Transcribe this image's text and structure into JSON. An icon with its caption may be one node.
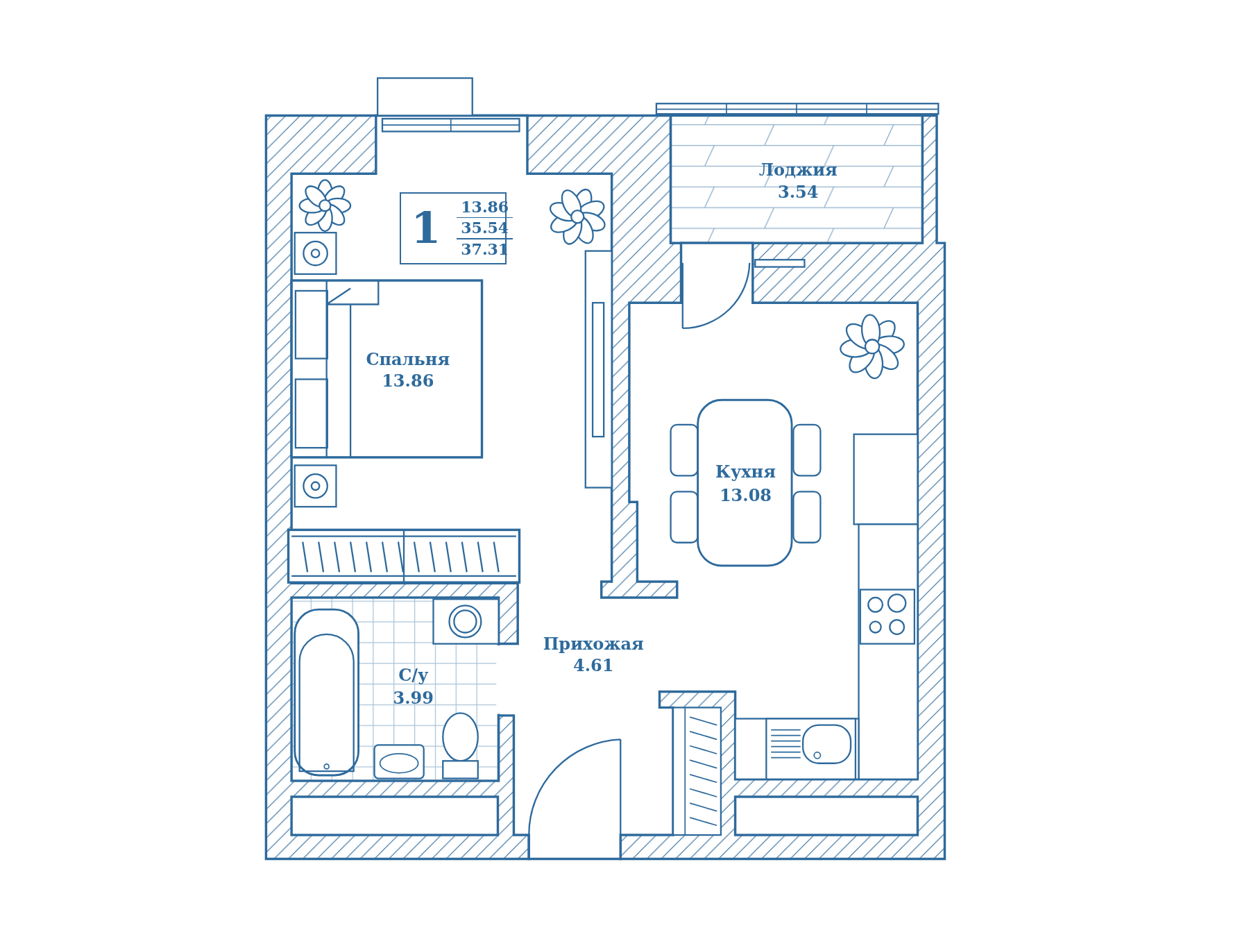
{
  "diagram": {
    "nodes": [
      {
        "text": [
          "1",
          "13.86",
          "35.54",
          "37.31"
        ]
      }
    ],
    "labels": [
      "Лоджия",
      "3.54",
      "Спальня",
      "13.86",
      "Кухня",
      "13.08",
      "Прихожая",
      "4.61",
      "С/у",
      "3.99"
    ]
  }
}
